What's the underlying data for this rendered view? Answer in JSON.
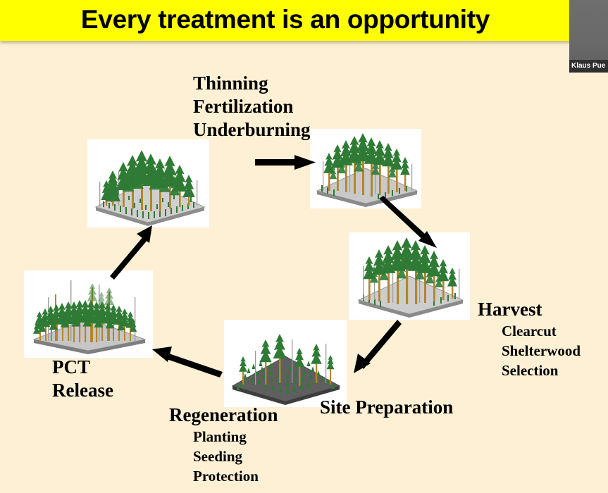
{
  "slide": {
    "title": "Every treatment is an opportunity",
    "background_color": "#fdf0d5",
    "title_background_color": "#ffff00",
    "title_text_color": "#000000"
  },
  "presenter": {
    "name": "Klaus Pue"
  },
  "cycle": {
    "stages": [
      {
        "id": "thinning",
        "label_lines": [
          "Thinning",
          "Fertilization",
          "Underburning"
        ],
        "image_alt": "mature-thinned-stand"
      },
      {
        "id": "harvest",
        "heading": "Harvest",
        "sub_items": [
          "Clearcut",
          "Shelterwood",
          "Selection"
        ],
        "image_alt": "dense-mature-stand"
      },
      {
        "id": "site-preparation",
        "heading": "Site Preparation",
        "sub_items": [],
        "image_alt": "site-prepared-ground"
      },
      {
        "id": "regeneration",
        "heading": "Regeneration",
        "sub_items": [
          "Planting",
          "Seeding",
          "Protection"
        ],
        "image_alt": "regenerating-seedling-stand"
      },
      {
        "id": "pct-release",
        "label_lines": [
          "PCT",
          "Release"
        ],
        "image_alt": "dense-young-stand"
      }
    ],
    "arrow_count": 5
  },
  "labels": {
    "thinning_l1": "Thinning",
    "thinning_l2": "Fertilization",
    "thinning_l3": "Underburning",
    "harvest_heading": "Harvest",
    "harvest_s1": "Clearcut",
    "harvest_s2": "Shelterwood",
    "harvest_s3": "Selection",
    "site_prep_heading": "Site Preparation",
    "regeneration_heading": "Regeneration",
    "regeneration_s1": "Planting",
    "regeneration_s2": "Seeding",
    "regeneration_s3": "Protection",
    "pct_l1": "PCT",
    "pct_l2": "Release"
  }
}
